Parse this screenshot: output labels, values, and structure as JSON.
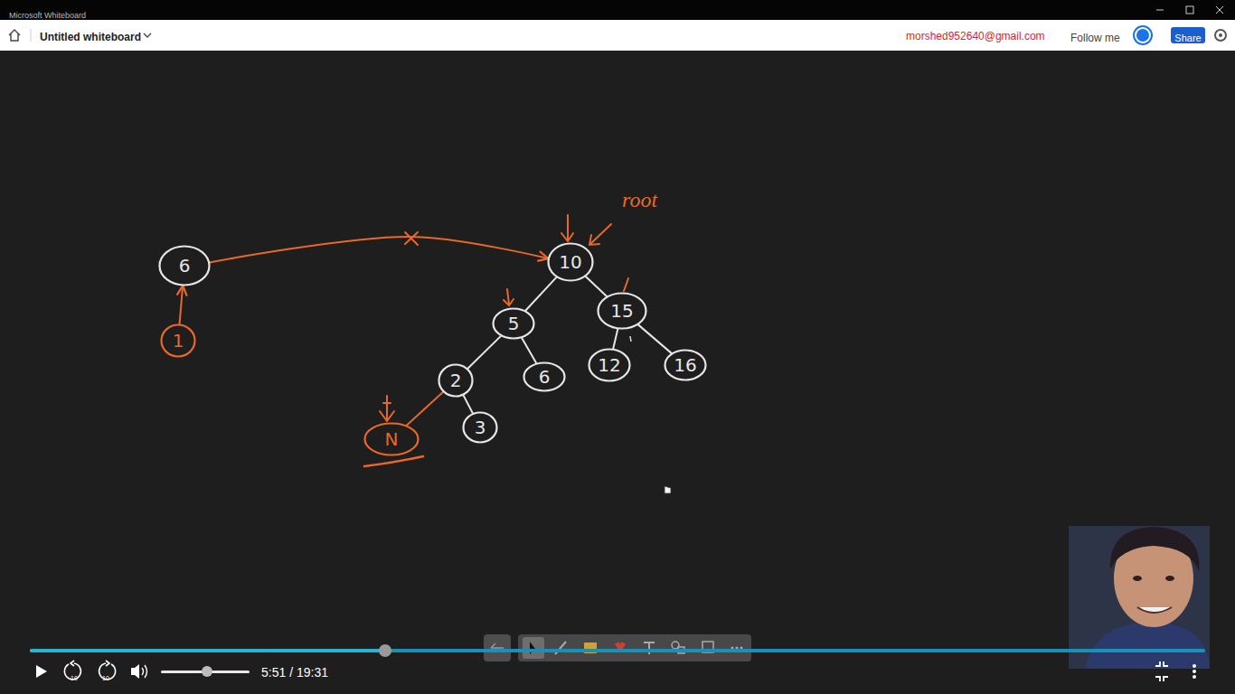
{
  "diagram": {
    "nodes": [
      {
        "text": [
          "6"
        ]
      },
      {
        "text": [
          "1"
        ]
      },
      {
        "text": [
          "10"
        ]
      },
      {
        "text": [
          "5"
        ]
      },
      {
        "text": [
          "15"
        ]
      },
      {
        "text": [
          "2"
        ]
      },
      {
        "text": [
          "6"
        ]
      },
      {
        "text": [
          "12"
        ]
      },
      {
        "text": [
          "16"
        ]
      },
      {
        "text": [
          "N"
        ]
      },
      {
        "text": [
          "3"
        ]
      }
    ],
    "edges": [
      {
        "from": 1,
        "to": 0,
        "arrow": "to"
      },
      {
        "from": 0,
        "to": 2,
        "arrow": "to"
      },
      {
        "from": 2,
        "to": 3,
        "arrow": "none"
      },
      {
        "from": 2,
        "to": 4,
        "arrow": "none"
      },
      {
        "from": 3,
        "to": 5,
        "arrow": "none"
      },
      {
        "from": 3,
        "to": 6,
        "arrow": "none"
      },
      {
        "from": 4,
        "to": 7,
        "arrow": "none"
      },
      {
        "from": 4,
        "to": 8,
        "arrow": "none"
      },
      {
        "from": 5,
        "to": 9,
        "arrow": "none"
      },
      {
        "from": 5,
        "to": 10,
        "arrow": "none"
      }
    ],
    "labels": [
      "Microsoft Whiteboard",
      "Untitled whiteboard",
      "morshed952640@gmail.com",
      "Follow me",
      "Share",
      "root",
      "5:51 / 19:31",
      "10",
      "10"
    ]
  }
}
